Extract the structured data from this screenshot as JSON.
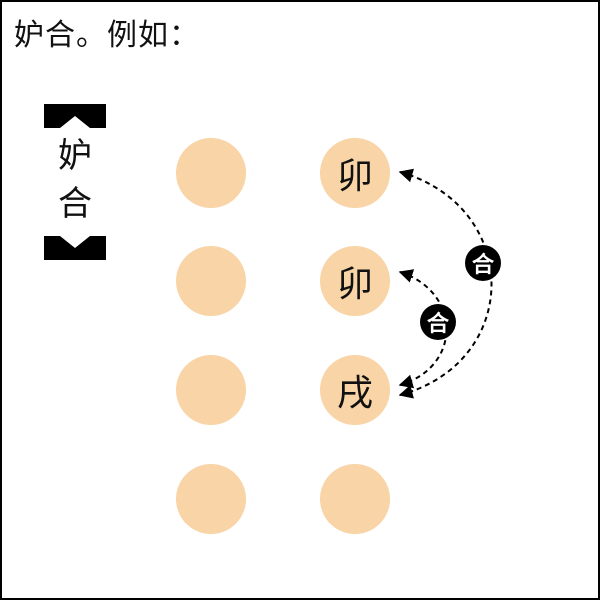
{
  "title": "妒合。例如：",
  "badge": {
    "chars": [
      "妒",
      "合"
    ]
  },
  "cell_color": "#f8d4a6",
  "columns": {
    "left": [
      "",
      "",
      "",
      ""
    ],
    "right": [
      "卯",
      "卯",
      "戌",
      ""
    ]
  },
  "relations": [
    {
      "from": "卯",
      "to": "戌",
      "label": "合"
    },
    {
      "from": "卯",
      "to": "戌",
      "label": "合"
    }
  ]
}
